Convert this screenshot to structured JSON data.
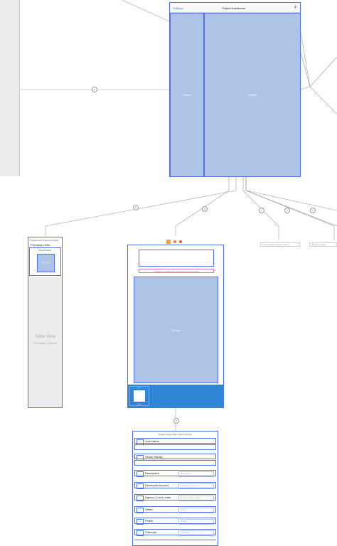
{
  "colors": {
    "accent": "#4f73e3",
    "view_fill": "#aec4e6",
    "blue_bar": "#2f85d6",
    "scene_bg": "#ececec"
  },
  "dashboard": {
    "left_button": "Settings",
    "title": "Project Dashboard",
    "add_icon": "plus-icon",
    "left_view_label": "UIView",
    "right_view_label": "UIView"
  },
  "picker": {
    "header": "Projects List Project Controller",
    "section_title": "Prototype Cells",
    "cell_label": "Project Name",
    "cell_image_label": "UIImageView",
    "table_title": "Table View",
    "table_subtitle": "Prototype Content"
  },
  "detail": {
    "toolbar_icons": [
      "object-icon",
      "first-responder-icon",
      "exit-icon"
    ],
    "pink_text": "Navigation/Toolbar Bar Default Text Segmented",
    "main_view_label": "UIView",
    "thumb_top": "Label",
    "thumb_bottom": "Label"
  },
  "table_form": {
    "header": "Project Setup Table View Controller",
    "sections": [
      {
        "title": "Your Name"
      },
      {
        "title": "Sector Family"
      }
    ],
    "rows": [
      {
        "label": "Description",
        "placeholder": "Description"
      },
      {
        "label": "Developer Account",
        "placeholder": "Developer Account"
      },
      {
        "label": "Agency Cover Letter",
        "placeholder": "Agency Cover Letter"
      },
      {
        "label": "Offset",
        "placeholder": "Offset"
      },
      {
        "label": "Profile",
        "placeholder": "Profile"
      },
      {
        "label": "Calendar",
        "placeholder": "Calendar"
      }
    ]
  },
  "small_scenes": [
    {
      "label": "Fill Inspectors Blank Story View Controller"
    },
    {
      "label": "UIPageView Controller"
    }
  ]
}
